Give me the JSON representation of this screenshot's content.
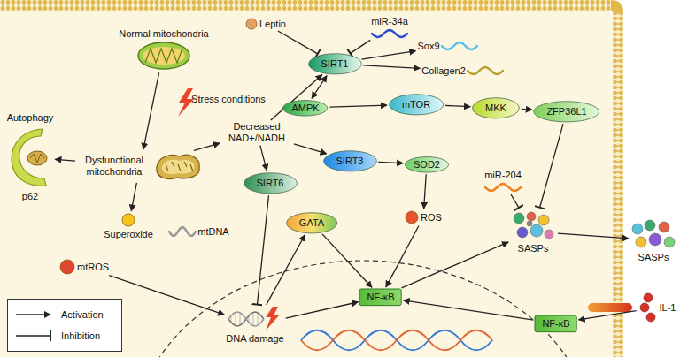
{
  "diagram": {
    "nodes": [
      {
        "text": [
          "Normal mitochondria"
        ]
      },
      {
        "text": [
          "Dysfunctional mitochondria"
        ]
      },
      {
        "text": [
          "Autophagy",
          "p62"
        ]
      },
      {
        "text": [
          "Superoxide"
        ]
      },
      {
        "text": [
          "mtROS"
        ]
      },
      {
        "text": [
          "mtDNA"
        ]
      },
      {
        "text": [
          "Decreased NAD+/NADH"
        ]
      },
      {
        "text": [
          "Leptin"
        ]
      },
      {
        "text": [
          "miR-34a"
        ]
      },
      {
        "text": [
          "SIRT1"
        ]
      },
      {
        "text": [
          "AMPK"
        ]
      },
      {
        "text": [
          "mTOR"
        ]
      },
      {
        "text": [
          "MKK"
        ]
      },
      {
        "text": [
          "ZFP36L1"
        ]
      },
      {
        "text": [
          "Sox9"
        ]
      },
      {
        "text": [
          "Collagen2"
        ]
      },
      {
        "text": [
          "SIRT3"
        ]
      },
      {
        "text": [
          "SOD2"
        ]
      },
      {
        "text": [
          "ROS"
        ]
      },
      {
        "text": [
          "SIRT6"
        ]
      },
      {
        "text": [
          "GATA"
        ]
      },
      {
        "text": [
          "DNA damage"
        ]
      },
      {
        "text": [
          "NF-κB"
        ]
      },
      {
        "text": [
          "miR-204"
        ]
      },
      {
        "text": [
          "SASPs"
        ]
      },
      {
        "text": [
          "SASPs"
        ]
      },
      {
        "text": [
          "NF-κB"
        ]
      },
      {
        "text": [
          "IL-1"
        ]
      }
    ],
    "edges": [
      {
        "from": 0,
        "to": 1,
        "arrow": "to"
      },
      {
        "from": 1,
        "to": 2,
        "arrow": "to"
      },
      {
        "from": 1,
        "to": 3,
        "arrow": "to"
      },
      {
        "from": 1,
        "to": 6,
        "arrow": "to"
      },
      {
        "from": 6,
        "to": 9,
        "arrow": "to"
      },
      {
        "from": 6,
        "to": 16,
        "arrow": "to"
      },
      {
        "from": 6,
        "to": 19,
        "arrow": "to"
      },
      {
        "from": 7,
        "to": 9,
        "arrow": "to"
      },
      {
        "from": 8,
        "to": 9,
        "arrow": "to"
      },
      {
        "from": 9,
        "to": 10,
        "arrow": "both"
      },
      {
        "from": 9,
        "to": 14,
        "arrow": "to"
      },
      {
        "from": 9,
        "to": 15,
        "arrow": "to"
      },
      {
        "from": 10,
        "to": 11,
        "arrow": "to"
      },
      {
        "from": 11,
        "to": 12,
        "arrow": "to"
      },
      {
        "from": 12,
        "to": 13,
        "arrow": "to"
      },
      {
        "from": 13,
        "to": 24,
        "arrow": "to"
      },
      {
        "from": 16,
        "to": 17,
        "arrow": "to"
      },
      {
        "from": 17,
        "to": 18,
        "arrow": "to"
      },
      {
        "from": 18,
        "to": 22,
        "arrow": "to"
      },
      {
        "from": 19,
        "to": 21,
        "arrow": "to"
      },
      {
        "from": 4,
        "to": 21,
        "arrow": "to"
      },
      {
        "from": 21,
        "to": 20,
        "arrow": "to"
      },
      {
        "from": 20,
        "to": 22,
        "arrow": "to"
      },
      {
        "from": 21,
        "to": 22,
        "arrow": "to"
      },
      {
        "from": 22,
        "to": 24,
        "arrow": "to"
      },
      {
        "from": 23,
        "to": 24,
        "arrow": "to"
      },
      {
        "from": 24,
        "to": 25,
        "arrow": "to"
      },
      {
        "from": 27,
        "to": 26,
        "arrow": "to"
      },
      {
        "from": 26,
        "to": 22,
        "arrow": "to"
      }
    ],
    "labels": [
      "Stress conditions"
    ],
    "legend": [
      {
        "text": "Activation"
      },
      {
        "text": "Inhibition"
      }
    ]
  }
}
